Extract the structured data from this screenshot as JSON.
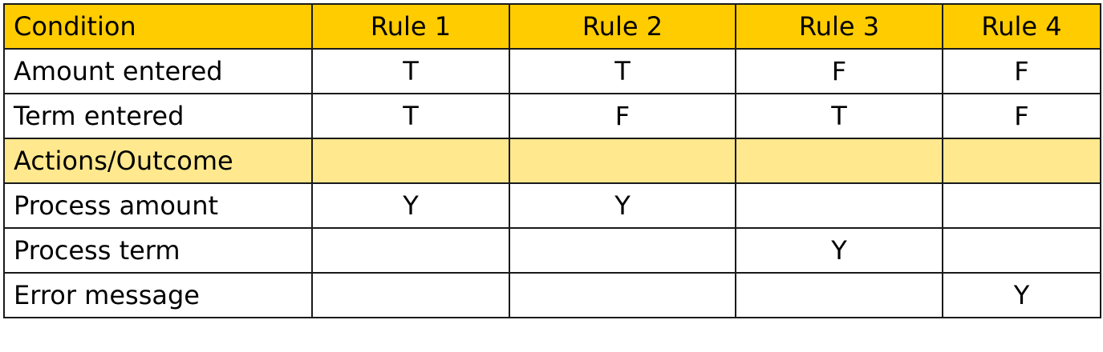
{
  "table": {
    "header": [
      "Condition",
      "Rule 1",
      "Rule 2",
      "Rule 3",
      "Rule 4"
    ],
    "conditions": [
      {
        "label": "Amount entered",
        "values": [
          "T",
          "T",
          "F",
          "F"
        ]
      },
      {
        "label": "Term entered",
        "values": [
          "T",
          "F",
          "T",
          "F"
        ]
      }
    ],
    "section_label": "Actions/Outcome",
    "actions": [
      {
        "label": "Process amount",
        "values": [
          "Y",
          "Y",
          "",
          ""
        ]
      },
      {
        "label": "Process term",
        "values": [
          "",
          "",
          "Y",
          ""
        ]
      },
      {
        "label": "Error message",
        "values": [
          "",
          "",
          "",
          "Y"
        ]
      }
    ]
  },
  "colors": {
    "header_fill": "#ffcc00",
    "section_fill": "#ffe88e",
    "border": "#1a1a1a"
  }
}
